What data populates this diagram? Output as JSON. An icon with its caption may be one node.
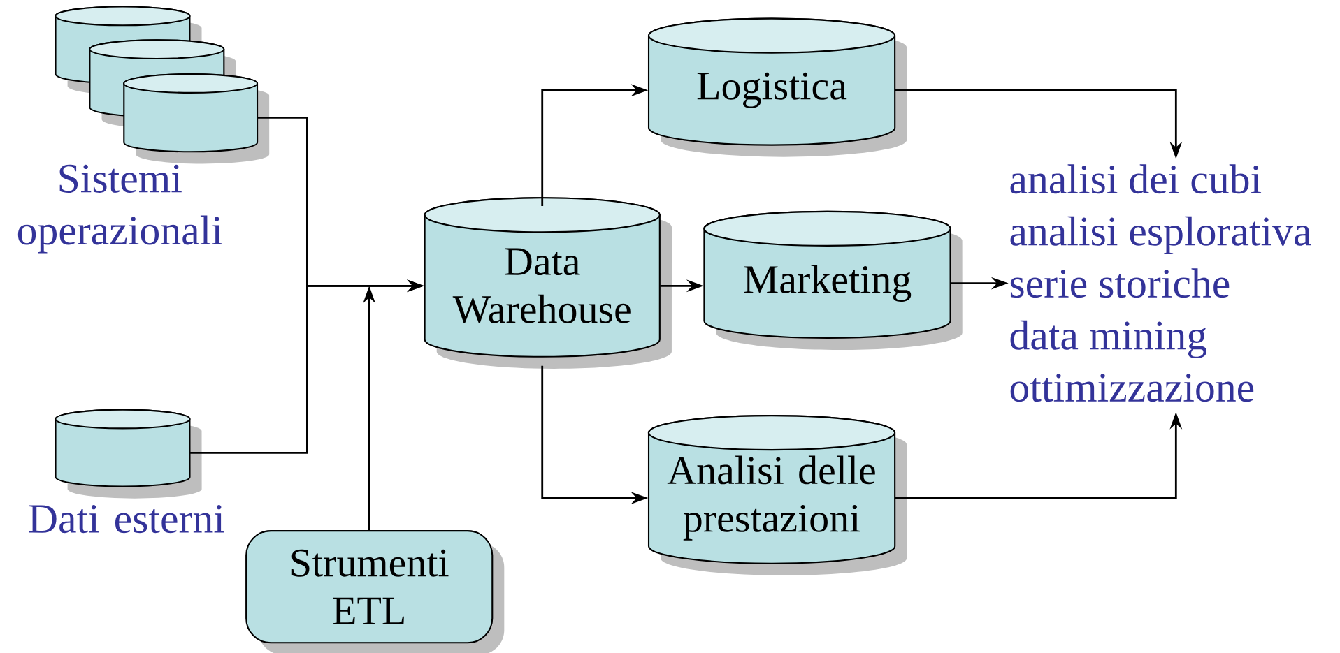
{
  "diagram": {
    "nodes": [
      {
        "text": [],
        "shape": "cylinder",
        "beside": [
          "Sistemi operazionali"
        ]
      },
      {
        "text": [],
        "shape": "cylinder",
        "beside": [
          "Dati esterni"
        ]
      },
      {
        "text": [
          "Strumenti ETL"
        ]
      },
      {
        "text": [
          "Data Warehouse"
        ]
      },
      {
        "text": [
          "Logistica"
        ]
      },
      {
        "text": [
          "Marketing"
        ]
      },
      {
        "text": [
          "Analisi delle prestazioni"
        ]
      },
      {
        "text": [
          "analisi dei cubi",
          "analisi esplorativa",
          "serie storiche",
          "data mining",
          "ottimizzazione"
        ]
      }
    ],
    "edges": [
      {
        "from": 0,
        "to": 3,
        "arrow": "to"
      },
      {
        "from": 1,
        "to": 3,
        "arrow": "to"
      },
      {
        "from": 2,
        "to": 3,
        "arrow": "to"
      },
      {
        "from": 3,
        "to": 4,
        "arrow": "to"
      },
      {
        "from": 3,
        "to": 5,
        "arrow": "to"
      },
      {
        "from": 3,
        "to": 6,
        "arrow": "to"
      },
      {
        "from": 4,
        "to": 7,
        "arrow": "to"
      },
      {
        "from": 5,
        "to": 7,
        "arrow": "to"
      },
      {
        "from": 6,
        "to": 7,
        "arrow": "to"
      }
    ]
  }
}
